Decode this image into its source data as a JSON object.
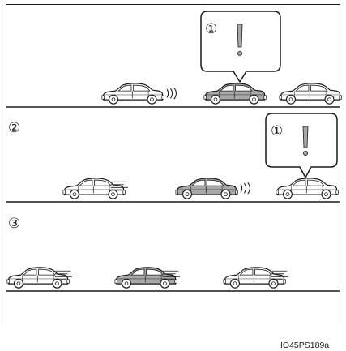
{
  "panels": [
    {
      "step_label": "",
      "cars": [
        {
          "role": "sensing",
          "shade": "white",
          "signal": "waves"
        },
        {
          "role": "alerted",
          "shade": "gray",
          "signal": "none"
        },
        {
          "role": "ahead",
          "shade": "white",
          "signal": "none"
        }
      ],
      "alert": {
        "marker": "①",
        "symbol": "!"
      }
    },
    {
      "step_label": "②",
      "cars": [
        {
          "role": "moving",
          "shade": "white",
          "signal": "speed-lines"
        },
        {
          "role": "sensing",
          "shade": "gray",
          "signal": "waves"
        },
        {
          "role": "alerted",
          "shade": "white",
          "signal": "none"
        }
      ],
      "alert": {
        "marker": "①",
        "symbol": "!"
      }
    },
    {
      "step_label": "③",
      "cars": [
        {
          "role": "moving",
          "shade": "white",
          "signal": "speed-lines"
        },
        {
          "role": "moving",
          "shade": "gray",
          "signal": "speed-lines"
        },
        {
          "role": "moving",
          "shade": "white",
          "signal": "speed-lines"
        }
      ],
      "alert": null
    }
  ],
  "figure_code": "IO45PS189a",
  "colors": {
    "line": "#1a1a1a",
    "car_white": "#ffffff",
    "car_gray": "#a8a8a8",
    "window": "#ffffff"
  }
}
